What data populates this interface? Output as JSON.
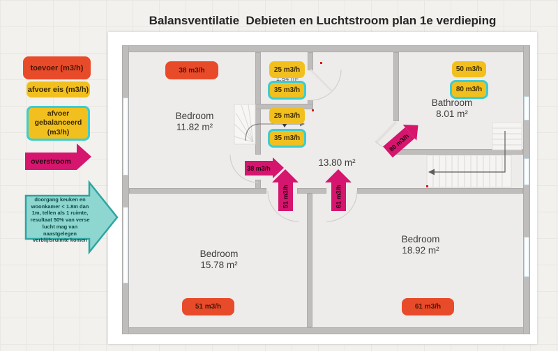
{
  "title": "Balansventilatie  Debieten en Luchtstroom plan 1e verdieping",
  "legend": {
    "toevoer_label": "toevoer (m3/h)",
    "afvoer_eis_label": "afvoer eis (m3/h)",
    "afvoer_gebalanceerd_label": "afvoer gebalanceerd (m3/h)",
    "overstroom_label": "overstroom",
    "note": "doorgang keuken en woonkamer < 1.8m dan 1m, tellen als 1 ruimte, resultaat 50% van verse lucht mag van naastgelegen verblijfsruimte komen"
  },
  "plan": {
    "rooms": {
      "bedroom_nw": {
        "name": "Bedroom",
        "area": "11.82 m²"
      },
      "bedroom_sw": {
        "name": "Bedroom",
        "area": "15.78 m²"
      },
      "bedroom_se": {
        "name": "Bedroom",
        "area": "18.92 m²"
      },
      "bathroom": {
        "name": "Bathroom",
        "area": "8.01 m²"
      },
      "hall": {
        "area": "13.80 m²"
      },
      "wc": {
        "area": "1.54 m²"
      }
    },
    "badges": {
      "bedroom_nw_toevoer": "38 m3/h",
      "wc_afvoer_eis": "25 m3/h",
      "wc_afvoer_gebalanceerd": "35 m3/h",
      "stairwell_afvoer_eis": "25 m3/h",
      "stairwell_afvoer_gebalanceerd": "35 m3/h",
      "bathroom_afvoer_eis": "50 m3/h",
      "bathroom_afvoer_gebalanceerd": "80 m3/h",
      "bedroom_sw_toevoer": "51 m3/h",
      "bedroom_se_toevoer": "61 m3/h"
    },
    "overstroom": {
      "bedroom_nw": "38 m3/h",
      "bedroom_sw": "51 m3/h",
      "bedroom_se": "61 m3/h",
      "bathroom": "80 m3/h"
    }
  },
  "colors": {
    "toevoer": "#e84b2a",
    "afvoer_eis": "#f2c01e",
    "gebalanceerd_border": "#3bcdd1",
    "overstroom": "#d5156e",
    "note_arrow_fill": "#8ed7d0",
    "note_arrow_stroke": "#2da5a1"
  }
}
